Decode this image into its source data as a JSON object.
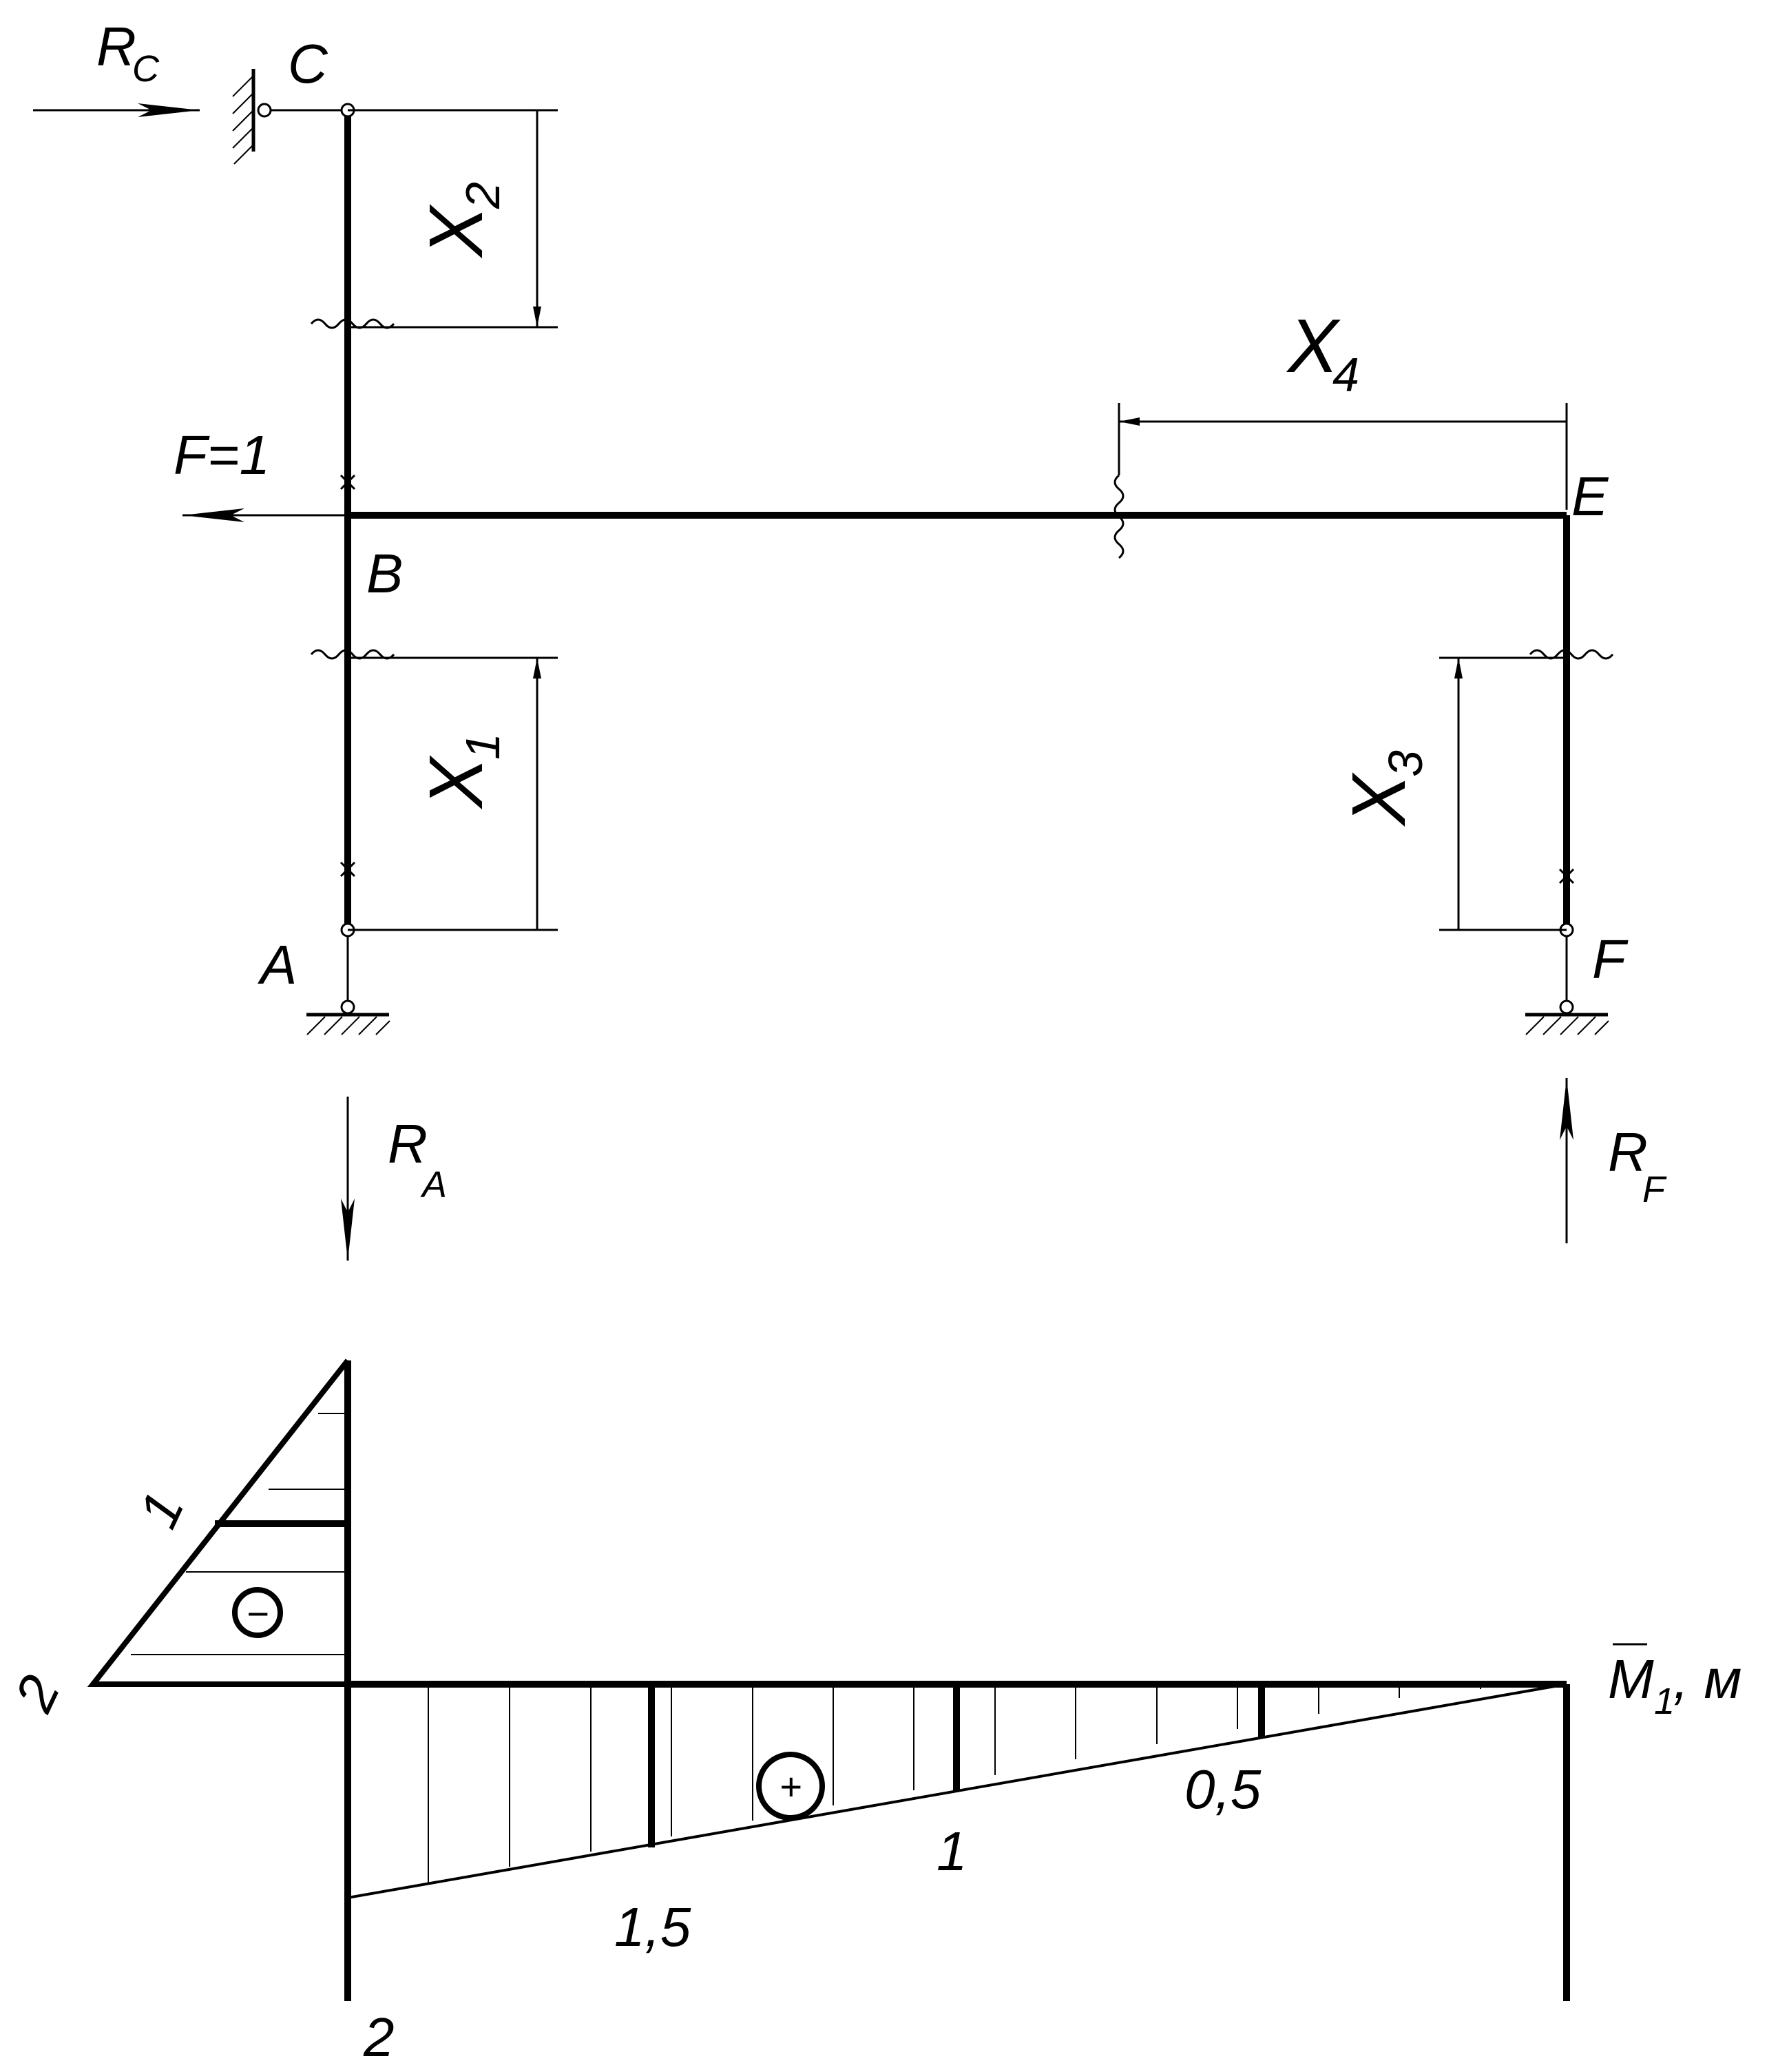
{
  "frame": {
    "nodes": {
      "A": "A",
      "B": "B",
      "C": "C",
      "E": "E",
      "F": "F"
    },
    "loads": {
      "F": "F=1"
    },
    "reactions": {
      "RC": {
        "base": "R",
        "sub": "C"
      },
      "RA": {
        "base": "R",
        "sub": "A"
      },
      "RF": {
        "base": "R",
        "sub": "F"
      }
    },
    "sections": [
      {
        "base": "X",
        "sub": "1"
      },
      {
        "base": "X",
        "sub": "2"
      },
      {
        "base": "X",
        "sub": "3"
      },
      {
        "base": "X",
        "sub": "4"
      }
    ]
  },
  "diagram": {
    "title_base": "M",
    "title_sub": "1",
    "title_unit": ", м",
    "sign_negative": "−",
    "sign_positive": "+",
    "left_values": [
      "1",
      "2"
    ],
    "beam_values": [
      "2",
      "1,5",
      "1",
      "0,5"
    ]
  }
}
